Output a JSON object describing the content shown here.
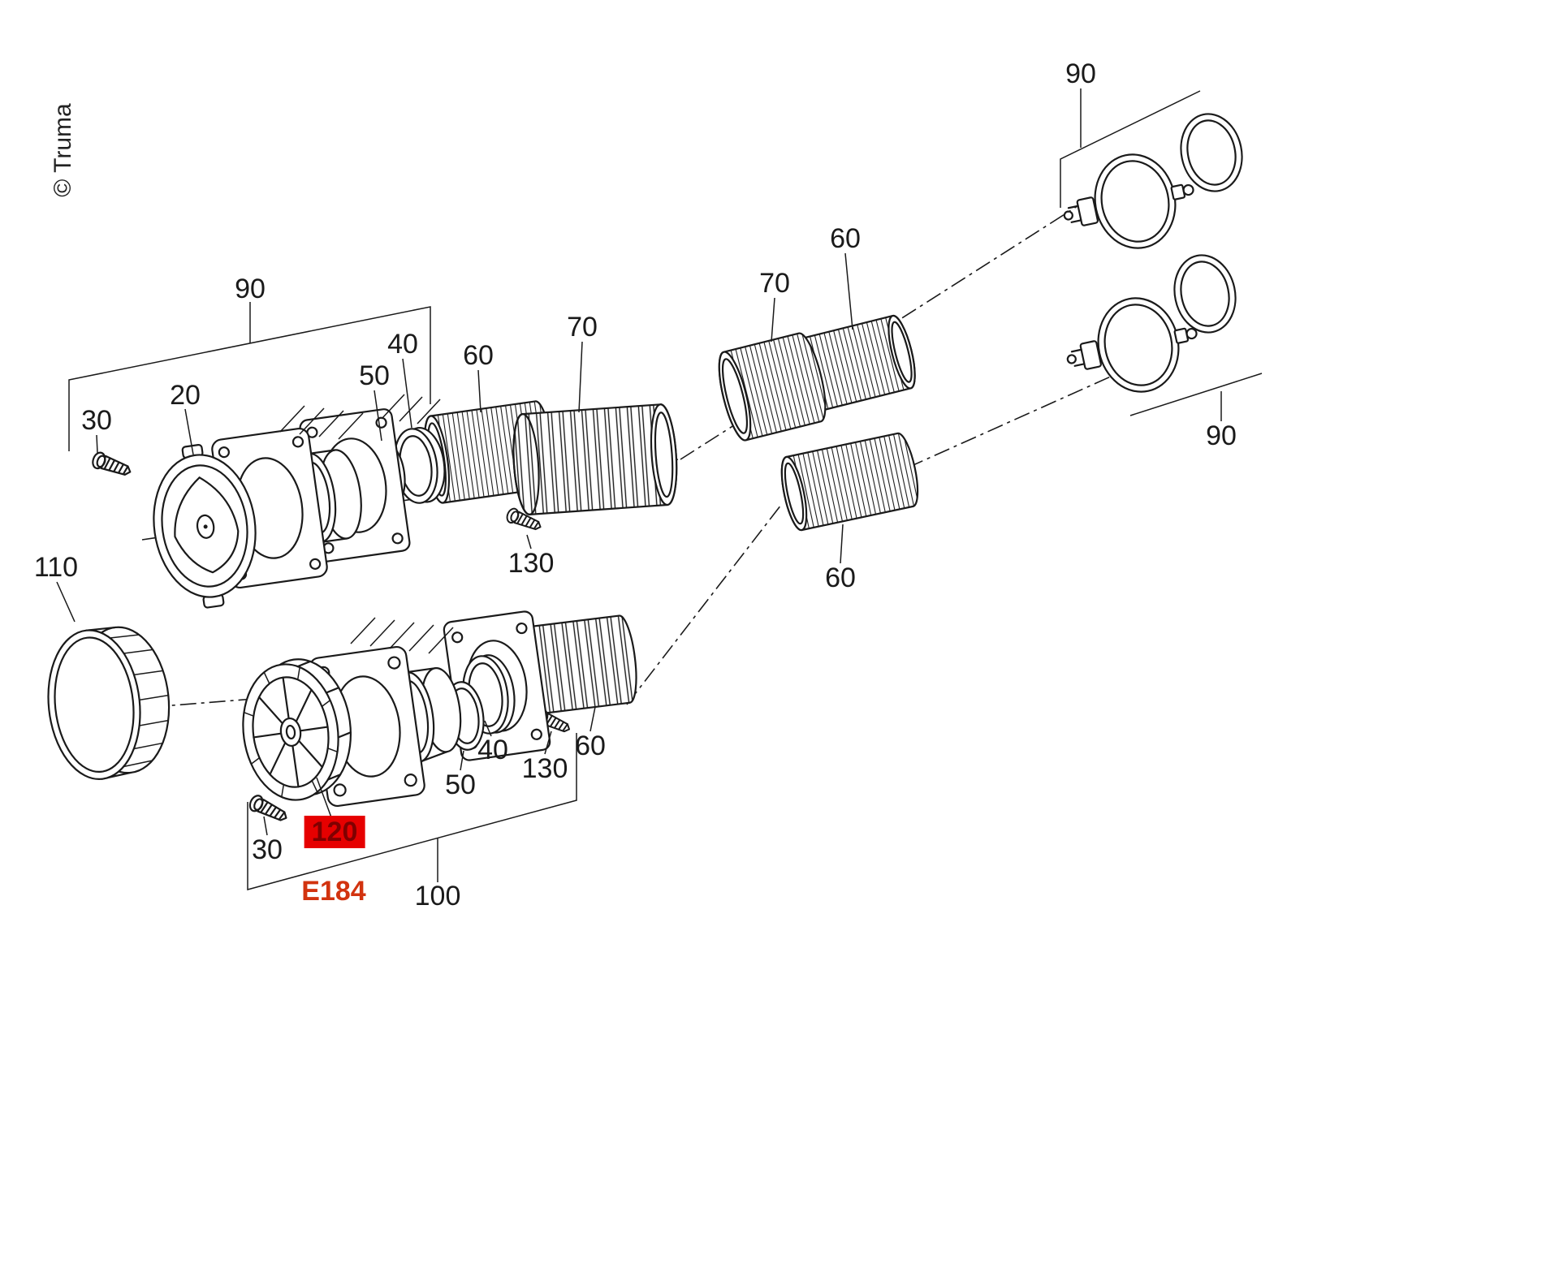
{
  "meta": {
    "copyright": "© Truma",
    "diagram_code": "E184"
  },
  "colors": {
    "highlight_bg": "#e60000",
    "highlight_text": "#7f0000",
    "accent_red": "#d2330f",
    "line_color": "#1a1a1a",
    "background": "#ffffff"
  },
  "labels": {
    "l90_tl": "90",
    "l30_tl": "30",
    "l20": "20",
    "l50_top": "50",
    "l40_top": "40",
    "l60_top": "60",
    "l70_top": "70",
    "l130_top": "130",
    "l70_right": "70",
    "l60_right_top": "60",
    "l90_tr": "90",
    "l90_right": "90",
    "l60_right_bot": "60",
    "l110": "110",
    "l40_bot": "40",
    "l50_bot": "50",
    "l130_bot": "130",
    "l60_bot": "60",
    "l30_bot": "30",
    "l100": "100",
    "l120": "120",
    "e184": "E184"
  }
}
